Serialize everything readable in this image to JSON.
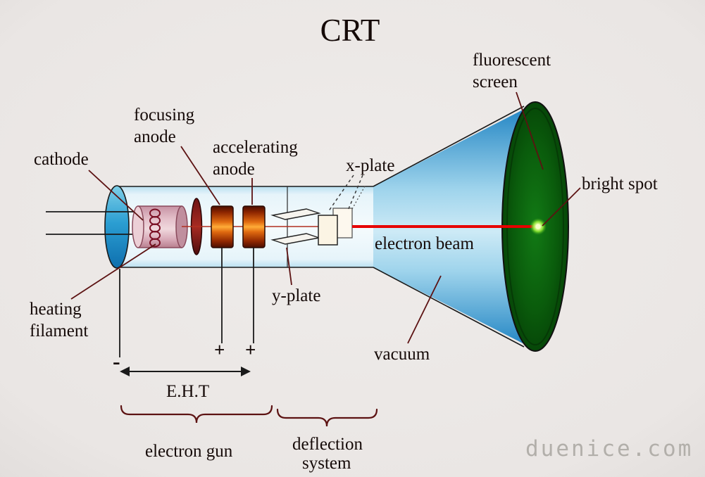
{
  "title": "CRT",
  "labels": {
    "fluorescent_screen_line1": "fluorescent",
    "fluorescent_screen_line2": "screen",
    "cathode": "cathode",
    "focusing_anode_line1": "focusing",
    "focusing_anode_line2": "anode",
    "accelerating_anode_line1": "accelerating",
    "accelerating_anode_line2": "anode",
    "x_plate": "x-plate",
    "bright_spot": "bright spot",
    "electron_beam": "electron beam",
    "y_plate": "y-plate",
    "heating_filament_line1": "heating",
    "heating_filament_line2": "filament",
    "vacuum": "vacuum",
    "eht": "E.H.T",
    "electron_gun": "electron gun",
    "deflection_system_line1": "deflection",
    "deflection_system_line2": "system"
  },
  "symbols": {
    "cathode_polarity": "-",
    "focusing_anode_polarity": "+",
    "accelerating_anode_polarity": "+"
  },
  "watermark": "duenice.com",
  "colors": {
    "background": "#ebe7e5",
    "text": "#150a08",
    "label_line": "#5c1212",
    "beam": "#e60000",
    "screen_green": "#0a5c0c",
    "cone_blue": "#2388c8",
    "anode_orange": "#ff9830",
    "cathode_pink": "#e8c6ce",
    "watermark_gray": "#b2afaa"
  }
}
